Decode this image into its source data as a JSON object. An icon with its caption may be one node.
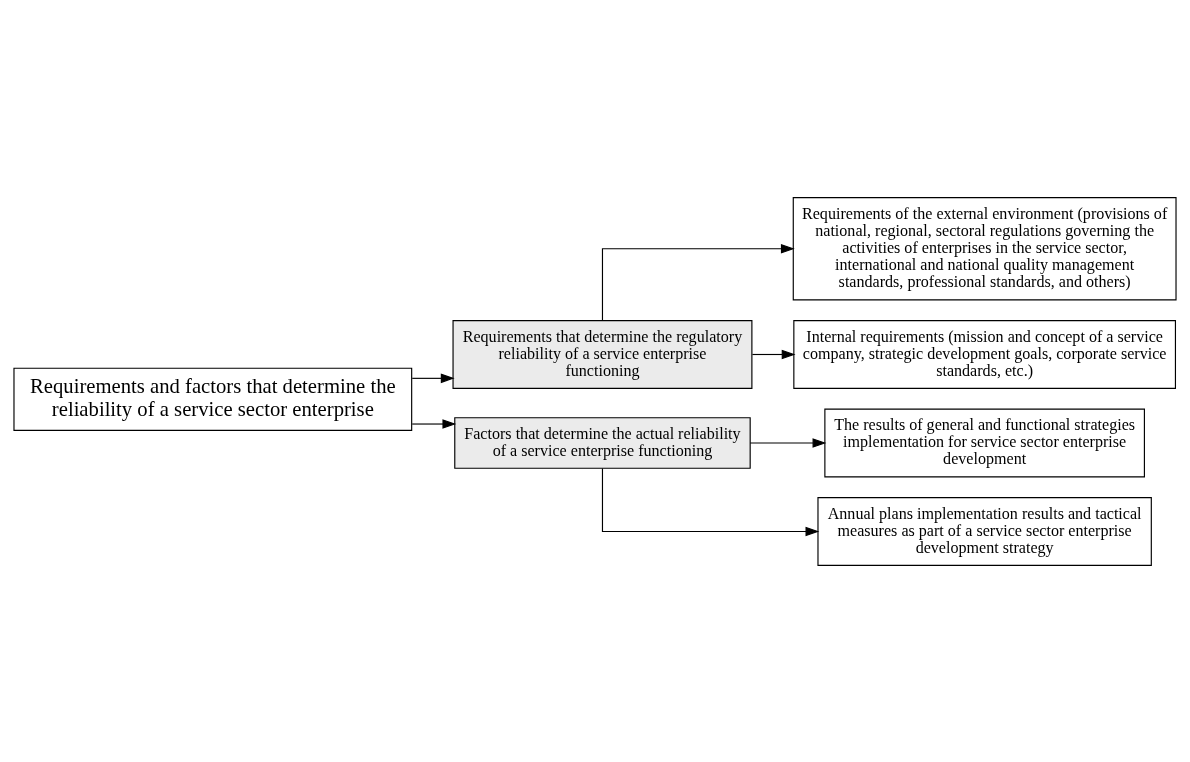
{
  "diagram": {
    "nodes": [
      {
        "text": [
          "Requirements and factors that determine the reliability of a service sector enterprise"
        ]
      },
      {
        "text": [
          "Requirements that determine the regulatory reliability of a service enterprise functioning"
        ]
      },
      {
        "text": [
          "Requirements of the external environment (provisions of national, regional, sectoral regulations governing the activities of enterprises in the service sector, international and national quality management standards, professional standards, and others)"
        ]
      },
      {
        "text": [
          "Internal requirements (mission and concept of a service company, strategic development goals, corporate service standards, etc.)"
        ]
      },
      {
        "text": [
          "Factors that determine the actual reliability of a service enterprise functioning"
        ]
      },
      {
        "text": [
          "The results of general and functional strategies implementation for service sector enterprise development"
        ]
      },
      {
        "text": [
          "Annual plans implementation results and tactical measures as part of a service sector enterprise development strategy"
        ]
      }
    ],
    "edges": [
      {
        "from": 0,
        "to": 1,
        "arrow": "to"
      },
      {
        "from": 1,
        "to": 2,
        "arrow": "to"
      },
      {
        "from": 1,
        "to": 3,
        "arrow": "to"
      },
      {
        "from": 0,
        "to": 4,
        "arrow": "to"
      },
      {
        "from": 4,
        "to": 5,
        "arrow": "to"
      },
      {
        "from": 4,
        "to": 6,
        "arrow": "to"
      }
    ]
  }
}
